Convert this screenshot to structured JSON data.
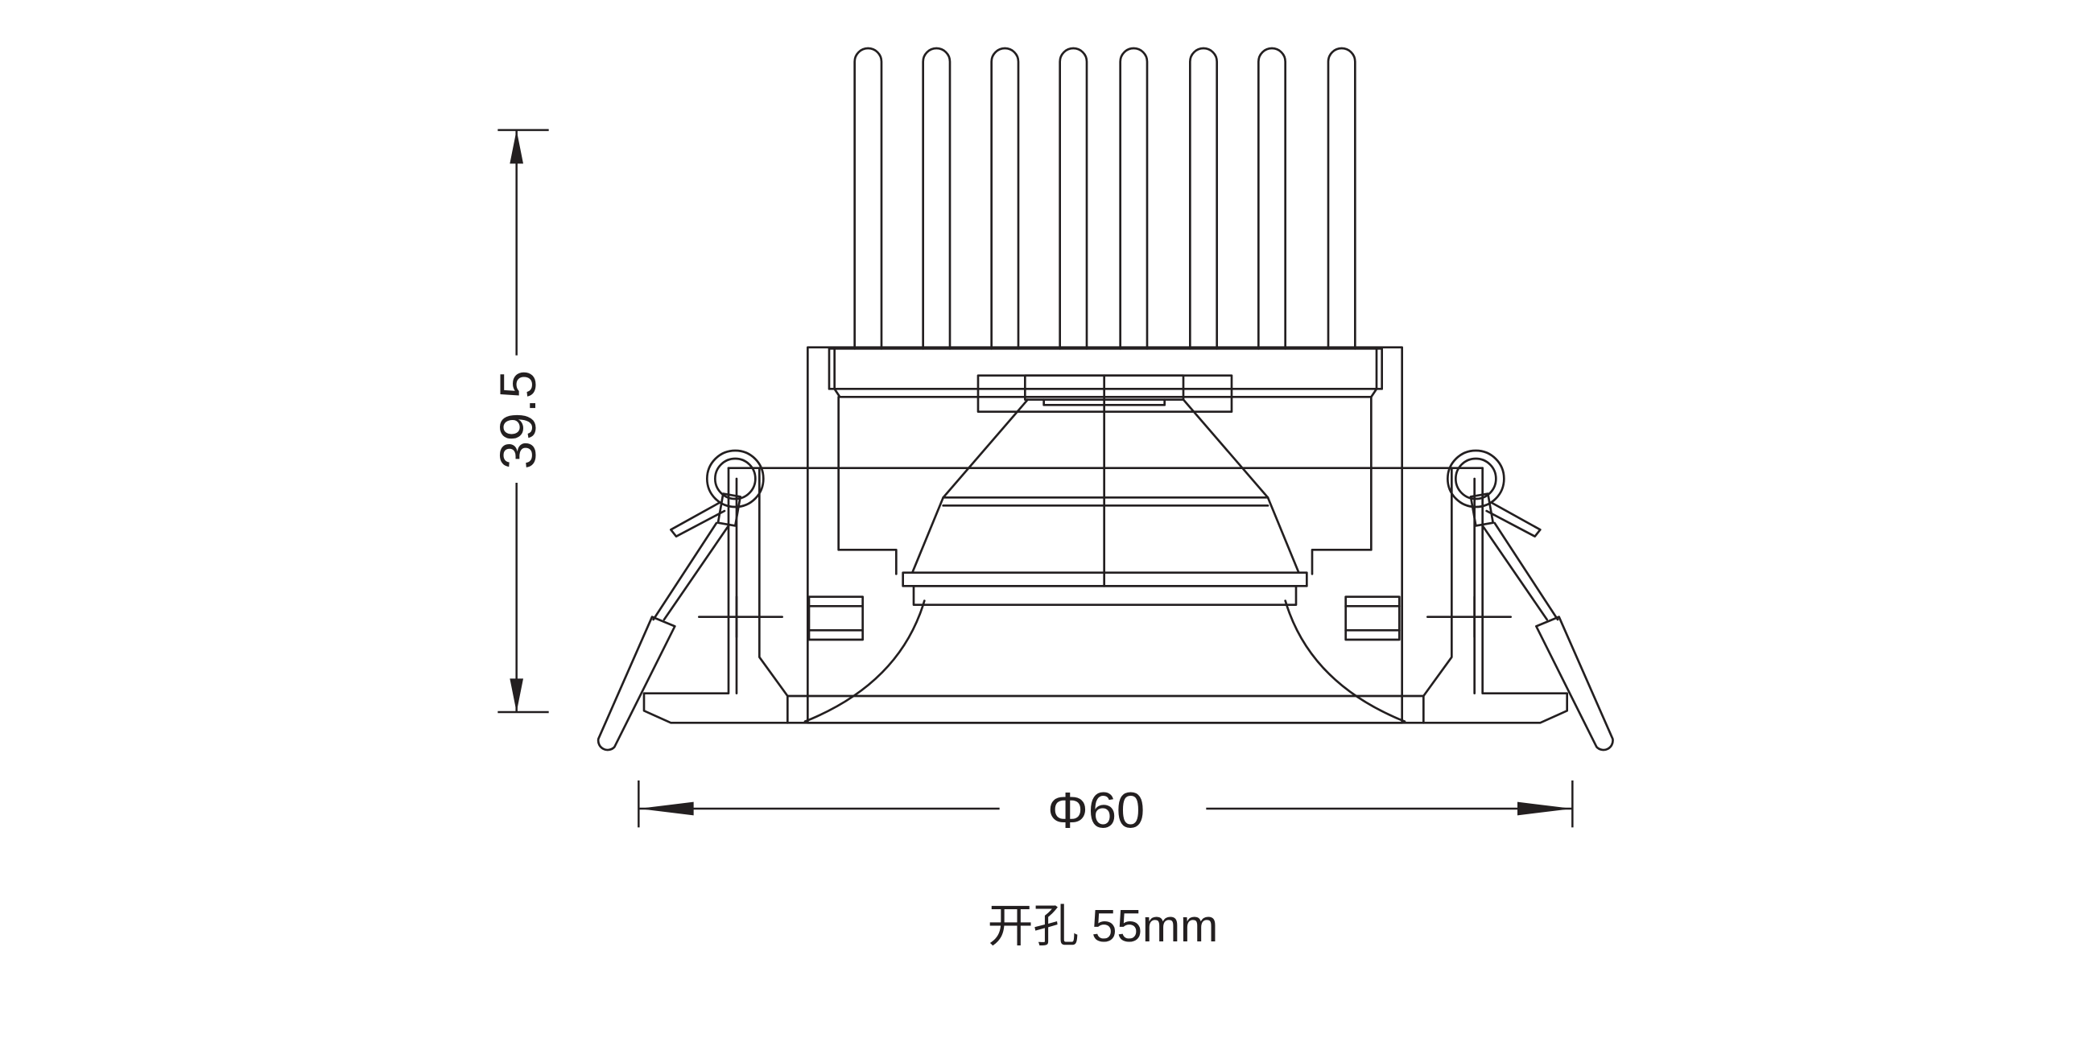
{
  "dimensions": {
    "height_label": "39.5",
    "diameter_label": "Φ60",
    "cutout_label": "开孔 55mm"
  },
  "colors": {
    "line": "#231f20",
    "background": "#ffffff"
  }
}
